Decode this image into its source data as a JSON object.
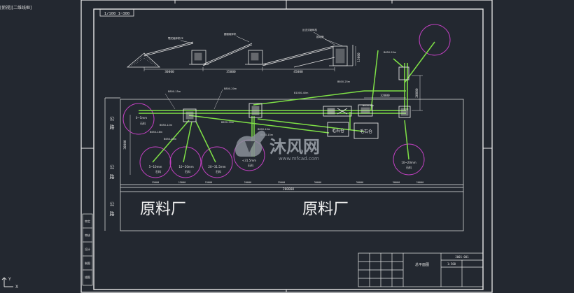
{
  "viewport": {
    "label": "[俯视][二维线框]"
  },
  "titleTab": "1/100 1~300",
  "colors": {
    "background": "#232830",
    "frame": "#e8e8e8",
    "belt": "#7ee046",
    "circle": "#c040c0",
    "text": "#e0e0e0"
  },
  "topProcess": {
    "labels": [
      "颚式破碎机PE",
      "圆锥破碎机",
      "反击式破碎机",
      "振动筛"
    ],
    "dims": [
      "30000",
      "35000",
      "45000"
    ],
    "vertical_dim": "15000"
  },
  "plan": {
    "roadLabels": [
      "公",
      "路",
      "公",
      "路",
      "公",
      "路"
    ],
    "products": [
      {
        "size": "0~5mm",
        "name": "石料"
      },
      {
        "size": "5~10mm",
        "name": "石料"
      },
      {
        "size": "10~20mm",
        "name": "石料"
      },
      {
        "size": "20~31.5mm",
        "name": "石料"
      },
      {
        "size": "<31.5mm",
        "name": "石料"
      },
      {
        "size": "10~20mm",
        "name": "石料"
      }
    ],
    "boxes": [
      "毛石仓",
      "毛石仓"
    ],
    "beltLabels": [
      "B800-15m",
      "B800-20m",
      "B1000-40m",
      "B800-25m",
      "B650-12m",
      "B650-18m",
      "B650-20m",
      "B650-30m",
      "B800-10m",
      "B650-15m",
      "B650-20m",
      "B650-8m"
    ],
    "dims": {
      "vertical": "30000",
      "right_h": "32000",
      "right_v": "20000",
      "bottom_total": "200000",
      "bottom_segments": [
        "15000",
        "15000",
        "15000",
        "20000",
        "25000",
        "30000",
        "30000",
        "30000",
        "20000"
      ]
    },
    "factoryLabels": [
      "原料厂",
      "原料厂"
    ]
  },
  "leftBoxes": [
    "审定",
    "审核",
    "设计",
    "制图",
    "描图"
  ],
  "titleBlock": {
    "drawingTitle": "总平面图",
    "scale": "1:500",
    "code": "2001-001"
  },
  "watermark": {
    "brand": "沐风网",
    "url": "www.mfcad.com"
  },
  "ucs": {
    "x": "X",
    "y": "Y"
  }
}
